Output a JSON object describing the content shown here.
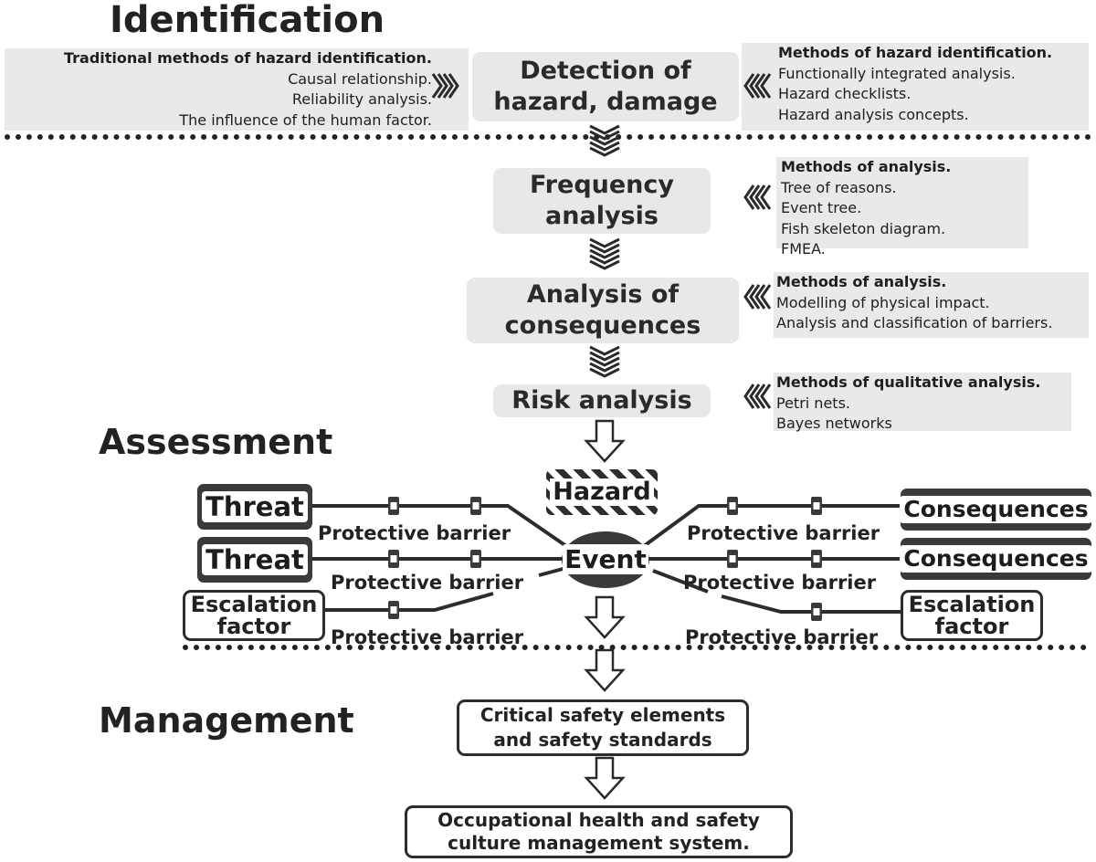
{
  "sections": {
    "identification": "Identification",
    "assessment": "Assessment",
    "management": "Management"
  },
  "identification_block": {
    "left_panel": {
      "heading": "Traditional methods of hazard identification.",
      "items": [
        "Causal relationship.",
        "Reliability analysis.",
        "The influence of the human factor."
      ]
    },
    "stage": {
      "line1": "Detection of",
      "line2": "hazard, damage"
    },
    "right_panel": {
      "heading": "Methods of hazard identification.",
      "items": [
        "Functionally integrated analysis.",
        "Hazard checklists.",
        "Hazard analysis concepts."
      ]
    }
  },
  "frequency": {
    "stage": {
      "line1": "Frequency",
      "line2": "analysis"
    },
    "panel": {
      "heading": "Methods of analysis.",
      "items": [
        "Tree of reasons.",
        "Event tree.",
        "Fish skeleton diagram.",
        "FMEA."
      ]
    }
  },
  "consequences_analysis": {
    "stage": {
      "line1": "Analysis of",
      "line2": "consequences"
    },
    "panel": {
      "heading": "Methods of analysis.",
      "items": [
        "Modelling of physical impact.",
        "Analysis and classification of barriers."
      ]
    }
  },
  "risk": {
    "stage": "Risk analysis",
    "panel": {
      "heading": "Methods of qualitative analysis.",
      "items": [
        "Petri nets.",
        "Bayes networks"
      ]
    }
  },
  "bowtie": {
    "hazard": "Hazard",
    "event": "Event",
    "threats": [
      "Threat",
      "Threat"
    ],
    "consequences": [
      "Consequences",
      "Consequences"
    ],
    "escalation_left": {
      "line1": "Escalation",
      "line2": "factor"
    },
    "escalation_right": {
      "line1": "Escalation",
      "line2": "factor"
    },
    "barrier_labels": [
      "Protective barrier",
      "Protective barrier",
      "Protective barrier",
      "Protective barrier",
      "Protective barrier",
      "Protective barrier"
    ]
  },
  "management_block": {
    "box1": {
      "line1": "Critical safety elements",
      "line2": "and safety standards"
    },
    "box2": {
      "line1": "Occupational health and safety",
      "line2": "culture management system."
    }
  },
  "colors": {
    "panel_bg": "#e9e9e9",
    "dark_box": "#3a3a3a",
    "line": "#2c2c2c"
  }
}
